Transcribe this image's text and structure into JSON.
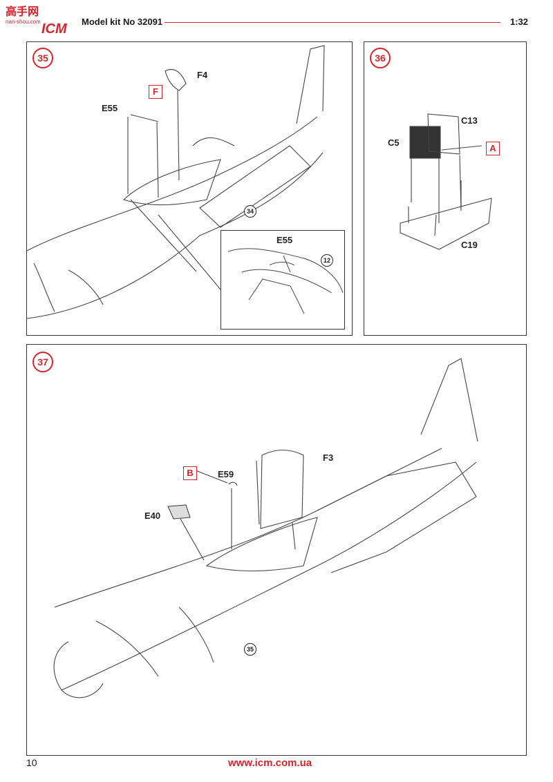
{
  "header": {
    "logo_text": "ICM",
    "watermark_text": "高手网",
    "watermark_url": "nan-shou.com",
    "title": "Model kit No 32091",
    "scale": "1:32"
  },
  "steps": [
    {
      "number": "35",
      "labels": [
        "F4",
        "E55",
        "F"
      ],
      "ref": "34",
      "inset": {
        "label": "E55",
        "ref": "12"
      }
    },
    {
      "number": "36",
      "labels": [
        "C13",
        "C5",
        "A",
        "C19"
      ]
    },
    {
      "number": "37",
      "labels": [
        "B",
        "E59",
        "F3",
        "E40"
      ],
      "ref": "35"
    }
  ],
  "footer": {
    "page_number": "10",
    "url": "www.icm.com.ua"
  }
}
